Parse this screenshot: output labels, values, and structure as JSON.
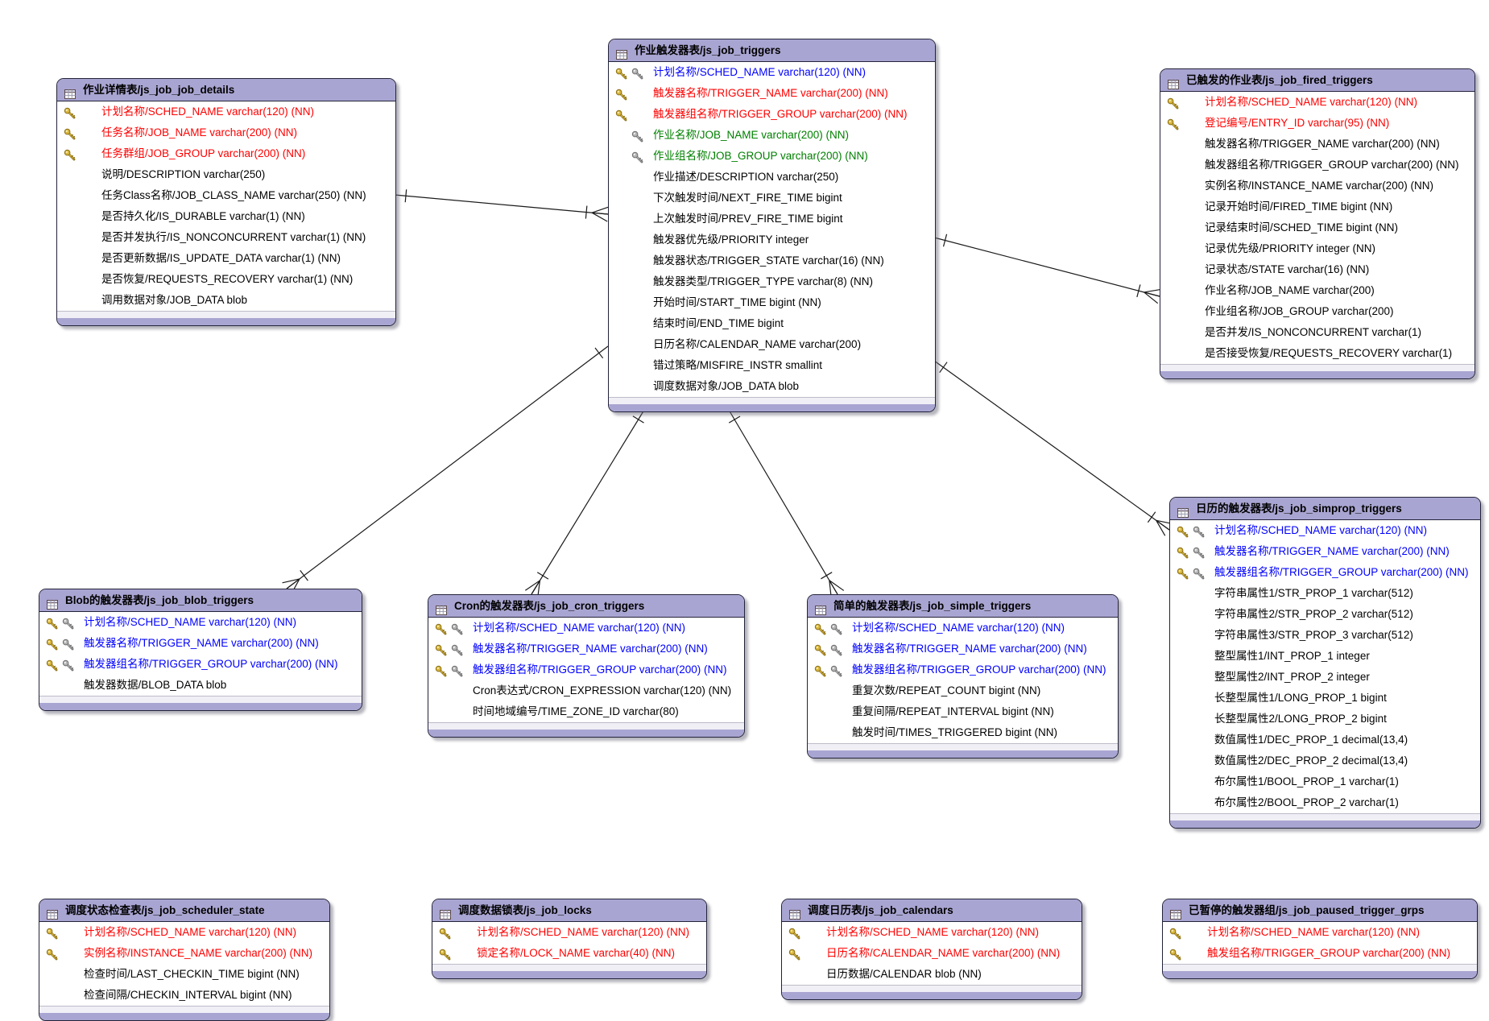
{
  "colors": {
    "header_fill": "#a9a5d2",
    "pk_text": "#ff0000",
    "pk_fk_text": "#0000ff",
    "fk_text": "#008000",
    "field_text": "#000000",
    "gold_key": "#d4af37",
    "gray_key": "#aaaaaa",
    "line": "#1a1a1a"
  },
  "diagram": {
    "tables": [
      {
        "id": "js_job_job_details",
        "title": "作业详情表/js_job_job_details",
        "fields": [
          {
            "keys": [
              "gold",
              null
            ],
            "color": "red",
            "text": "计划名称/SCHED_NAME varchar(120) (NN)"
          },
          {
            "keys": [
              "gold",
              null
            ],
            "color": "red",
            "text": "任务名称/JOB_NAME varchar(200) (NN)"
          },
          {
            "keys": [
              "gold",
              null
            ],
            "color": "red",
            "text": "任务群组/JOB_GROUP varchar(200) (NN)"
          },
          {
            "keys": [
              null,
              null
            ],
            "color": "black",
            "text": "说明/DESCRIPTION varchar(250)"
          },
          {
            "keys": [
              null,
              null
            ],
            "color": "black",
            "text": "任务Class名称/JOB_CLASS_NAME varchar(250) (NN)"
          },
          {
            "keys": [
              null,
              null
            ],
            "color": "black",
            "text": "是否持久化/IS_DURABLE varchar(1) (NN)"
          },
          {
            "keys": [
              null,
              null
            ],
            "color": "black",
            "text": "是否并发执行/IS_NONCONCURRENT varchar(1) (NN)"
          },
          {
            "keys": [
              null,
              null
            ],
            "color": "black",
            "text": "是否更新数据/IS_UPDATE_DATA varchar(1) (NN)"
          },
          {
            "keys": [
              null,
              null
            ],
            "color": "black",
            "text": "是否恢复/REQUESTS_RECOVERY varchar(1) (NN)"
          },
          {
            "keys": [
              null,
              null
            ],
            "color": "black",
            "text": "调用数据对象/JOB_DATA blob"
          }
        ]
      },
      {
        "id": "js_job_triggers",
        "title": "作业触发器表/js_job_triggers",
        "fields": [
          {
            "keys": [
              "gold",
              "gray"
            ],
            "color": "blue",
            "text": "计划名称/SCHED_NAME varchar(120) (NN)"
          },
          {
            "keys": [
              "gold",
              null
            ],
            "color": "red",
            "text": "触发器名称/TRIGGER_NAME varchar(200) (NN)"
          },
          {
            "keys": [
              "gold",
              null
            ],
            "color": "red",
            "text": "触发器组名称/TRIGGER_GROUP varchar(200) (NN)"
          },
          {
            "keys": [
              null,
              "gray"
            ],
            "color": "green",
            "text": "作业名称/JOB_NAME varchar(200) (NN)"
          },
          {
            "keys": [
              null,
              "gray"
            ],
            "color": "green",
            "text": "作业组名称/JOB_GROUP varchar(200) (NN)"
          },
          {
            "keys": [
              null,
              null
            ],
            "color": "black",
            "text": "作业描述/DESCRIPTION varchar(250)"
          },
          {
            "keys": [
              null,
              null
            ],
            "color": "black",
            "text": "下次触发时间/NEXT_FIRE_TIME bigint"
          },
          {
            "keys": [
              null,
              null
            ],
            "color": "black",
            "text": "上次触发时间/PREV_FIRE_TIME bigint"
          },
          {
            "keys": [
              null,
              null
            ],
            "color": "black",
            "text": "触发器优先级/PRIORITY integer"
          },
          {
            "keys": [
              null,
              null
            ],
            "color": "black",
            "text": "触发器状态/TRIGGER_STATE varchar(16) (NN)"
          },
          {
            "keys": [
              null,
              null
            ],
            "color": "black",
            "text": "触发器类型/TRIGGER_TYPE varchar(8) (NN)"
          },
          {
            "keys": [
              null,
              null
            ],
            "color": "black",
            "text": "开始时间/START_TIME bigint (NN)"
          },
          {
            "keys": [
              null,
              null
            ],
            "color": "black",
            "text": "结束时间/END_TIME bigint"
          },
          {
            "keys": [
              null,
              null
            ],
            "color": "black",
            "text": "日历名称/CALENDAR_NAME varchar(200)"
          },
          {
            "keys": [
              null,
              null
            ],
            "color": "black",
            "text": "错过策略/MISFIRE_INSTR smallint"
          },
          {
            "keys": [
              null,
              null
            ],
            "color": "black",
            "text": "调度数据对象/JOB_DATA blob"
          }
        ]
      },
      {
        "id": "js_job_fired_triggers",
        "title": "已触发的作业表/js_job_fired_triggers",
        "fields": [
          {
            "keys": [
              "gold",
              null
            ],
            "color": "red",
            "text": "计划名称/SCHED_NAME varchar(120) (NN)"
          },
          {
            "keys": [
              "gold",
              null
            ],
            "color": "red",
            "text": "登记编号/ENTRY_ID varchar(95) (NN)"
          },
          {
            "keys": [
              null,
              null
            ],
            "color": "black",
            "text": "触发器名称/TRIGGER_NAME varchar(200) (NN)"
          },
          {
            "keys": [
              null,
              null
            ],
            "color": "black",
            "text": "触发器组名称/TRIGGER_GROUP varchar(200) (NN)"
          },
          {
            "keys": [
              null,
              null
            ],
            "color": "black",
            "text": "实例名称/INSTANCE_NAME varchar(200) (NN)"
          },
          {
            "keys": [
              null,
              null
            ],
            "color": "black",
            "text": "记录开始时间/FIRED_TIME bigint (NN)"
          },
          {
            "keys": [
              null,
              null
            ],
            "color": "black",
            "text": "记录结束时间/SCHED_TIME bigint (NN)"
          },
          {
            "keys": [
              null,
              null
            ],
            "color": "black",
            "text": "记录优先级/PRIORITY integer (NN)"
          },
          {
            "keys": [
              null,
              null
            ],
            "color": "black",
            "text": "记录状态/STATE varchar(16) (NN)"
          },
          {
            "keys": [
              null,
              null
            ],
            "color": "black",
            "text": "作业名称/JOB_NAME varchar(200)"
          },
          {
            "keys": [
              null,
              null
            ],
            "color": "black",
            "text": "作业组名称/JOB_GROUP varchar(200)"
          },
          {
            "keys": [
              null,
              null
            ],
            "color": "black",
            "text": "是否并发/IS_NONCONCURRENT varchar(1)"
          },
          {
            "keys": [
              null,
              null
            ],
            "color": "black",
            "text": "是否接受恢复/REQUESTS_RECOVERY varchar(1)"
          }
        ]
      },
      {
        "id": "js_job_blob_triggers",
        "title": "Blob的触发器表/js_job_blob_triggers",
        "fields": [
          {
            "keys": [
              "gold",
              "gray"
            ],
            "color": "blue",
            "text": "计划名称/SCHED_NAME varchar(120) (NN)"
          },
          {
            "keys": [
              "gold",
              "gray"
            ],
            "color": "blue",
            "text": "触发器名称/TRIGGER_NAME varchar(200) (NN)"
          },
          {
            "keys": [
              "gold",
              "gray"
            ],
            "color": "blue",
            "text": "触发器组名称/TRIGGER_GROUP varchar(200) (NN)"
          },
          {
            "keys": [
              null,
              null
            ],
            "color": "black",
            "text": "触发器数据/BLOB_DATA blob"
          }
        ]
      },
      {
        "id": "js_job_cron_triggers",
        "title": "Cron的触发器表/js_job_cron_triggers",
        "fields": [
          {
            "keys": [
              "gold",
              "gray"
            ],
            "color": "blue",
            "text": "计划名称/SCHED_NAME varchar(120) (NN)"
          },
          {
            "keys": [
              "gold",
              "gray"
            ],
            "color": "blue",
            "text": "触发器名称/TRIGGER_NAME varchar(200) (NN)"
          },
          {
            "keys": [
              "gold",
              "gray"
            ],
            "color": "blue",
            "text": "触发器组名称/TRIGGER_GROUP varchar(200) (NN)"
          },
          {
            "keys": [
              null,
              null
            ],
            "color": "black",
            "text": "Cron表达式/CRON_EXPRESSION varchar(120) (NN)"
          },
          {
            "keys": [
              null,
              null
            ],
            "color": "black",
            "text": "时间地域编号/TIME_ZONE_ID varchar(80)"
          }
        ]
      },
      {
        "id": "js_job_simple_triggers",
        "title": "简单的触发器表/js_job_simple_triggers",
        "fields": [
          {
            "keys": [
              "gold",
              "gray"
            ],
            "color": "blue",
            "text": "计划名称/SCHED_NAME varchar(120) (NN)"
          },
          {
            "keys": [
              "gold",
              "gray"
            ],
            "color": "blue",
            "text": "触发器名称/TRIGGER_NAME varchar(200) (NN)"
          },
          {
            "keys": [
              "gold",
              "gray"
            ],
            "color": "blue",
            "text": "触发器组名称/TRIGGER_GROUP varchar(200) (NN)"
          },
          {
            "keys": [
              null,
              null
            ],
            "color": "black",
            "text": "重复次数/REPEAT_COUNT bigint (NN)"
          },
          {
            "keys": [
              null,
              null
            ],
            "color": "black",
            "text": "重复间隔/REPEAT_INTERVAL bigint (NN)"
          },
          {
            "keys": [
              null,
              null
            ],
            "color": "black",
            "text": "触发时间/TIMES_TRIGGERED bigint (NN)"
          }
        ]
      },
      {
        "id": "js_job_simprop_triggers",
        "title": "日历的触发器表/js_job_simprop_triggers",
        "fields": [
          {
            "keys": [
              "gold",
              "gray"
            ],
            "color": "blue",
            "text": "计划名称/SCHED_NAME varchar(120) (NN)"
          },
          {
            "keys": [
              "gold",
              "gray"
            ],
            "color": "blue",
            "text": "触发器名称/TRIGGER_NAME varchar(200) (NN)"
          },
          {
            "keys": [
              "gold",
              "gray"
            ],
            "color": "blue",
            "text": "触发器组名称/TRIGGER_GROUP varchar(200) (NN)"
          },
          {
            "keys": [
              null,
              null
            ],
            "color": "black",
            "text": "字符串属性1/STR_PROP_1 varchar(512)"
          },
          {
            "keys": [
              null,
              null
            ],
            "color": "black",
            "text": "字符串属性2/STR_PROP_2 varchar(512)"
          },
          {
            "keys": [
              null,
              null
            ],
            "color": "black",
            "text": "字符串属性3/STR_PROP_3 varchar(512)"
          },
          {
            "keys": [
              null,
              null
            ],
            "color": "black",
            "text": "整型属性1/INT_PROP_1 integer"
          },
          {
            "keys": [
              null,
              null
            ],
            "color": "black",
            "text": "整型属性2/INT_PROP_2 integer"
          },
          {
            "keys": [
              null,
              null
            ],
            "color": "black",
            "text": "长整型属性1/LONG_PROP_1 bigint"
          },
          {
            "keys": [
              null,
              null
            ],
            "color": "black",
            "text": "长整型属性2/LONG_PROP_2 bigint"
          },
          {
            "keys": [
              null,
              null
            ],
            "color": "black",
            "text": "数值属性1/DEC_PROP_1 decimal(13,4)"
          },
          {
            "keys": [
              null,
              null
            ],
            "color": "black",
            "text": "数值属性2/DEC_PROP_2 decimal(13,4)"
          },
          {
            "keys": [
              null,
              null
            ],
            "color": "black",
            "text": "布尔属性1/BOOL_PROP_1 varchar(1)"
          },
          {
            "keys": [
              null,
              null
            ],
            "color": "black",
            "text": "布尔属性2/BOOL_PROP_2 varchar(1)"
          }
        ]
      },
      {
        "id": "js_job_scheduler_state",
        "title": "调度状态检查表/js_job_scheduler_state",
        "fields": [
          {
            "keys": [
              "gold",
              null
            ],
            "color": "red",
            "text": "计划名称/SCHED_NAME varchar(120) (NN)"
          },
          {
            "keys": [
              "gold",
              null
            ],
            "color": "red",
            "text": "实例名称/INSTANCE_NAME varchar(200) (NN)"
          },
          {
            "keys": [
              null,
              null
            ],
            "color": "black",
            "text": "检查时间/LAST_CHECKIN_TIME bigint (NN)"
          },
          {
            "keys": [
              null,
              null
            ],
            "color": "black",
            "text": "检查间隔/CHECKIN_INTERVAL bigint (NN)"
          }
        ]
      },
      {
        "id": "js_job_locks",
        "title": "调度数据锁表/js_job_locks",
        "fields": [
          {
            "keys": [
              "gold",
              null
            ],
            "color": "red",
            "text": "计划名称/SCHED_NAME varchar(120) (NN)"
          },
          {
            "keys": [
              "gold",
              null
            ],
            "color": "red",
            "text": "锁定名称/LOCK_NAME varchar(40) (NN)"
          }
        ]
      },
      {
        "id": "js_job_calendars",
        "title": "调度日历表/js_job_calendars",
        "fields": [
          {
            "keys": [
              "gold",
              null
            ],
            "color": "red",
            "text": "计划名称/SCHED_NAME varchar(120) (NN)"
          },
          {
            "keys": [
              "gold",
              null
            ],
            "color": "red",
            "text": "日历名称/CALENDAR_NAME varchar(200) (NN)"
          },
          {
            "keys": [
              null,
              null
            ],
            "color": "black",
            "text": "日历数据/CALENDAR blob (NN)"
          }
        ]
      },
      {
        "id": "js_job_paused_trigger_grps",
        "title": "已暂停的触发器组/js_job_paused_trigger_grps",
        "fields": [
          {
            "keys": [
              "gold",
              null
            ],
            "color": "red",
            "text": "计划名称/SCHED_NAME varchar(120) (NN)"
          },
          {
            "keys": [
              "gold",
              null
            ],
            "color": "red",
            "text": "触发组名称/TRIGGER_GROUP varchar(200) (NN)"
          }
        ]
      }
    ],
    "relationships": [
      {
        "from": "js_job_job_details",
        "to": "js_job_triggers"
      },
      {
        "from": "js_job_triggers",
        "to": "js_job_blob_triggers"
      },
      {
        "from": "js_job_triggers",
        "to": "js_job_cron_triggers"
      },
      {
        "from": "js_job_triggers",
        "to": "js_job_simple_triggers"
      },
      {
        "from": "js_job_triggers",
        "to": "js_job_simprop_triggers"
      },
      {
        "from": "js_job_triggers",
        "to": "js_job_fired_triggers"
      }
    ]
  }
}
